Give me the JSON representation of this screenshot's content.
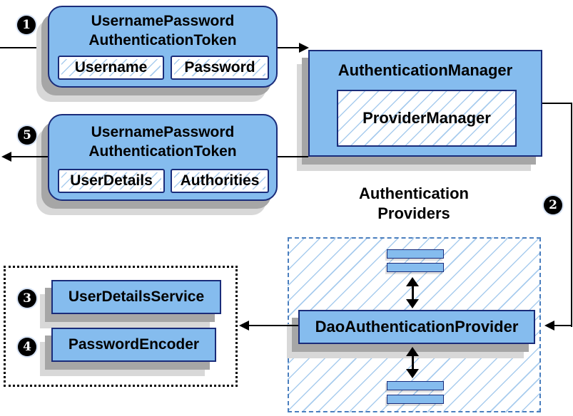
{
  "diagram": {
    "markers": {
      "step1": "1",
      "step2": "2",
      "step3": "3",
      "step4": "4",
      "step5": "5"
    },
    "request_token": {
      "title_line1": "UsernamePassword",
      "title_line2": "AuthenticationToken",
      "fields": [
        "Username",
        "Password"
      ]
    },
    "response_token": {
      "title_line1": "UsernamePassword",
      "title_line2": "AuthenticationToken",
      "fields": [
        "UserDetails",
        "Authorities"
      ]
    },
    "authentication_manager": {
      "title": "AuthenticationManager",
      "inner_component": "ProviderManager"
    },
    "providers_group": {
      "label_line1": "Authentication",
      "label_line2": "Providers",
      "main_provider": "DaoAuthenticationProvider"
    },
    "services_group": {
      "user_details_service": "UserDetailsService",
      "password_encoder": "PasswordEncoder"
    },
    "colors": {
      "box_fill": "#85BCEE",
      "box_border": "#1A2C7A",
      "hatch_line": "#A8CCEE",
      "dashed_border": "#4A7EBE",
      "shadow_dark": "#A6A6A6",
      "shadow_light": "#D8D8D8",
      "connector": "#000000",
      "marker_bg": "#000000",
      "marker_text": "#FFFFFF"
    }
  }
}
